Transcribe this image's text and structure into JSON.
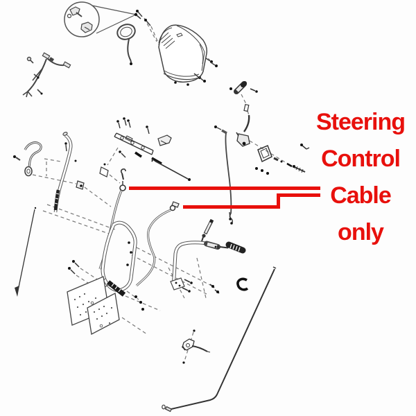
{
  "canvas": {
    "background": "#fdfdfd",
    "line_art_color": "#444444"
  },
  "annotation": {
    "color": "#e8100c",
    "text_lines": [
      "Steering",
      "Control",
      "Cable",
      "only"
    ]
  }
}
